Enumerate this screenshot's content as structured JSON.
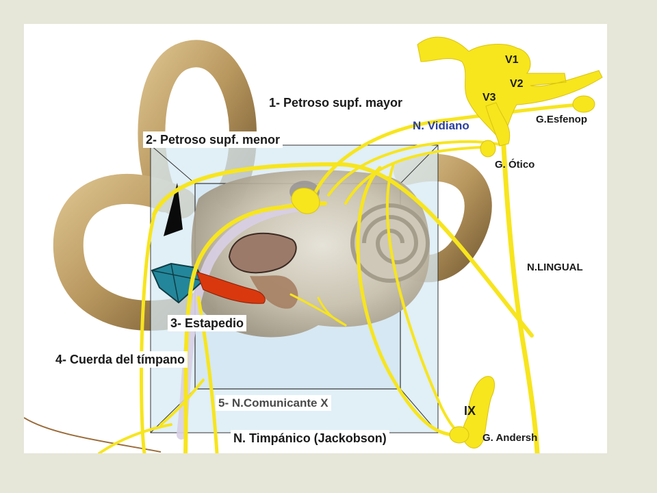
{
  "labels": {
    "petroso_mayor": "1- Petroso supf. mayor",
    "petroso_menor": "2- Petroso supf. menor",
    "estapedio": "3- Estapedio",
    "cuerda_timpano": "4- Cuerda del tímpano",
    "comunicante_x": "5- N.Comunicante X",
    "timpanico": "N. Timpánico (Jackobson)",
    "vidiano": "N. Vidiano",
    "esfenop": "G.Esfenop",
    "otico": "G. Ótico",
    "lingual": "N.LINGUAL",
    "andersh": "G. Andersh",
    "v1": "V1",
    "v2": "V2",
    "v3": "V3",
    "ix": "IX"
  },
  "colors": {
    "nerve": "#f7e51e",
    "nerve_stroke": "#d9c40e",
    "bone": "#b8975e",
    "box_fill": "#d7e9f4",
    "box_stroke": "#333333",
    "stapedius": "#d9380e",
    "ganglion_teal": "#23869a",
    "label_blue": "#2b3f9e"
  }
}
